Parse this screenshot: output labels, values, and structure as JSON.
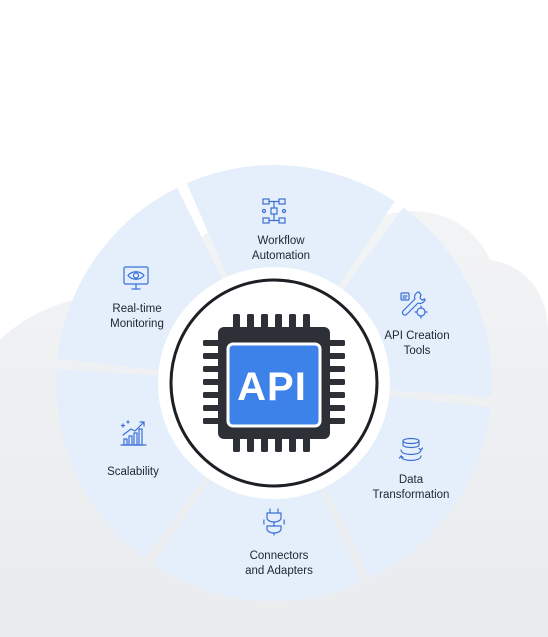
{
  "chip": {
    "label": "API"
  },
  "segments": [
    {
      "label": "Workflow\nAutomation",
      "icon": "workflow-icon"
    },
    {
      "label": "API Creation\nTools",
      "icon": "api-tools-icon"
    },
    {
      "label": "Data\nTransformation",
      "icon": "data-transformation-icon"
    },
    {
      "label": "Connectors\nand Adapters",
      "icon": "connector-plug-icon"
    },
    {
      "label": "Scalability",
      "icon": "scalability-chart-icon"
    },
    {
      "label": "Real-time\nMonitoring",
      "icon": "monitor-eye-icon"
    }
  ],
  "colors": {
    "segment_fill": "#e4effb",
    "icon_stroke": "#3b6fd6",
    "chip_body": "#2d3036",
    "chip_core": "#3d82e8",
    "ring": "#1c1f24",
    "background_cloud": "#f0f1f3"
  }
}
